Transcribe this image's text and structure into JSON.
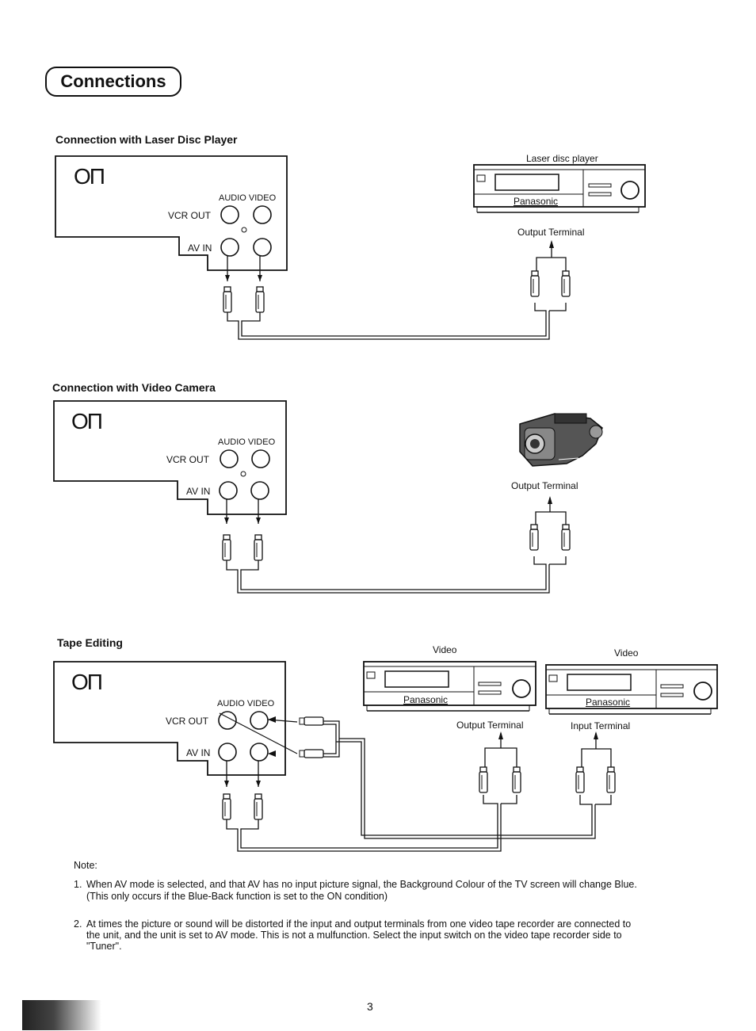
{
  "page": {
    "title": "Connections",
    "page_number": "3"
  },
  "sections": [
    {
      "heading": "Connection with Laser Disc Player",
      "tv": {
        "logo": "OΠ",
        "audio_video": "AUDIO VIDEO",
        "vcr_out": "VCR OUT",
        "av_in": "AV IN"
      },
      "device_label": "Laser disc player",
      "brand": "Panasonic",
      "terminal": "Output Terminal"
    },
    {
      "heading": "Connection with Video Camera",
      "tv": {
        "logo": "OΠ",
        "audio_video": "AUDIO VIDEO",
        "vcr_out": "VCR OUT",
        "av_in": "AV IN"
      },
      "terminal": "Output Terminal"
    },
    {
      "heading": "Tape Editing",
      "tv": {
        "logo": "OΠ",
        "audio_video": "AUDIO VIDEO",
        "vcr_out": "VCR OUT",
        "av_in": "AV IN"
      },
      "vcr1": {
        "label": "Video",
        "brand": "Panasonic",
        "terminal": "Output Terminal"
      },
      "vcr2": {
        "label": "Video",
        "brand": "Panasonic",
        "terminal": "Input Terminal"
      }
    }
  ],
  "notes": {
    "heading": "Note:",
    "items": [
      {
        "num": "1.",
        "line1": "When AV mode is selected, and that AV has no input picture signal, the Background Colour of the TV screen will change Blue.",
        "line2": "(This only occurs if the Blue-Back function is set to the ON condition)"
      },
      {
        "num": "2.",
        "line1": "At times the picture or sound will be distorted if the input and output terminals from one video tape recorder are connected to",
        "line2": "the unit, and the unit is set to AV mode. This is not a mulfunction. Select the input switch on the video tape recorder side to",
        "line3": "\"Tuner\"."
      }
    ]
  }
}
